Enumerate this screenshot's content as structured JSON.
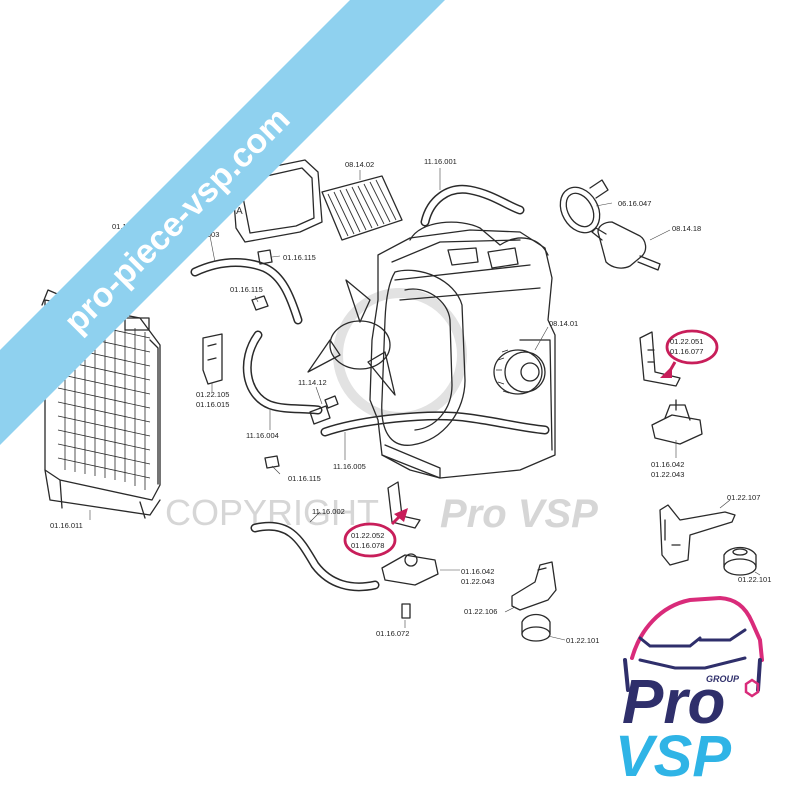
{
  "banner": {
    "text": "pro-piece-vsp.com",
    "color": "#8fd1ef"
  },
  "watermark": {
    "copyright": "COPYRIGHT",
    "brand": "Pro VSP"
  },
  "highlight_color": "#c81e5a",
  "logo": {
    "group": "GROUP",
    "pro": "Pro",
    "vsp": "VSP",
    "colors": {
      "navy": "#2f2f6b",
      "cyan": "#2fb4e6",
      "magenta": "#d92b7a"
    }
  },
  "labels": {
    "l_011124": "01.16.124",
    "l_016003": "01.16.003",
    "l_081402": "08.14.02",
    "l_111600a": "11.16.001",
    "l_061604": "06.16.047",
    "l_081418": "08.14.18",
    "l_011611": "01.16.115",
    "l_011611b": "01.16.115",
    "l_011611c": "01.16.115",
    "l_081401": "08.14.01",
    "l_012205": "01.22.105",
    "l_011601": "01.16.015",
    "l_111412": "11.14.12",
    "l_111600d": "11.16.004",
    "l_111600e": "11.16.005",
    "l_012205a": "01.22.051",
    "l_011607a": "01.16.077",
    "l_011604a": "01.16.042",
    "l_012204a": "01.22.043",
    "l_011601b": "01.16.011",
    "l_111602": "11.16.002",
    "l_012205b": "01.22.052",
    "l_011607b": "01.16.078",
    "l_011604b": "01.16.042",
    "l_012204b": "01.22.043",
    "l_012210a": "01.22.107",
    "l_012210b": "01.22.101",
    "l_012210c": "01.22.106",
    "l_012210d": "01.22.101",
    "l_011607c": "01.16.072"
  }
}
